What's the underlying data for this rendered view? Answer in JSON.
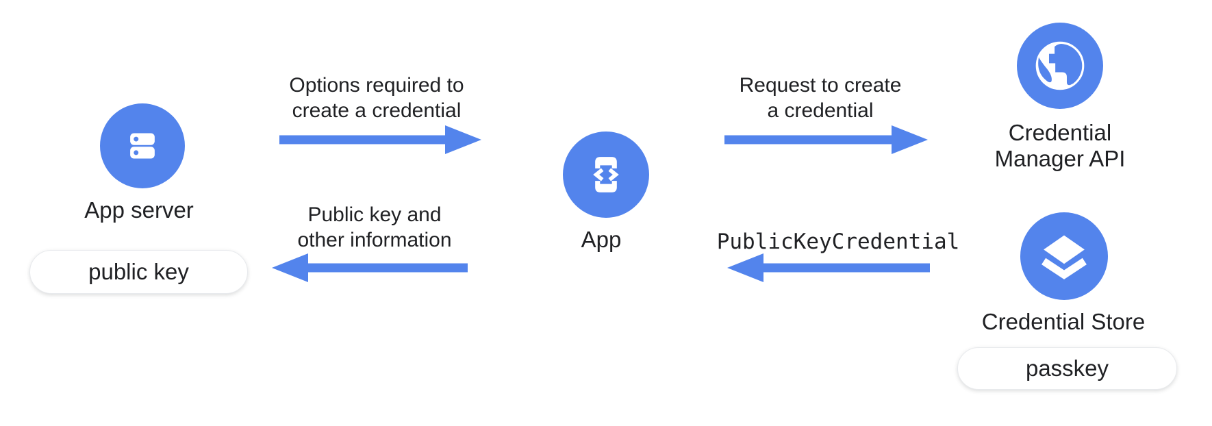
{
  "colors": {
    "accent_blue": "#5384EC",
    "text_dark": "#202124",
    "pill_background": "#ffffff",
    "pill_border": "#e8eaed"
  },
  "nodes": {
    "app_server": {
      "label": "App server",
      "icon": "server-icon",
      "badge": "public key"
    },
    "app": {
      "label": "App",
      "icon": "phone-code-icon"
    },
    "credential_manager": {
      "label_line1": "Credential",
      "label_line2": "Manager API",
      "icon": "globe-icon"
    },
    "credential_store": {
      "label": "Credential Store",
      "icon": "layers-icon",
      "badge": "passkey"
    }
  },
  "arrows": {
    "options": {
      "label_line1": "Options required to",
      "label_line2": "create a credential",
      "direction": "right"
    },
    "request": {
      "label_line1": "Request to create",
      "label_line2": "a credential",
      "direction": "right"
    },
    "public_key_info": {
      "label_line1": "Public key and",
      "label_line2": "other information",
      "direction": "left"
    },
    "public_key_credential": {
      "label_line1": "PublicKeyCredential",
      "direction": "left"
    }
  }
}
